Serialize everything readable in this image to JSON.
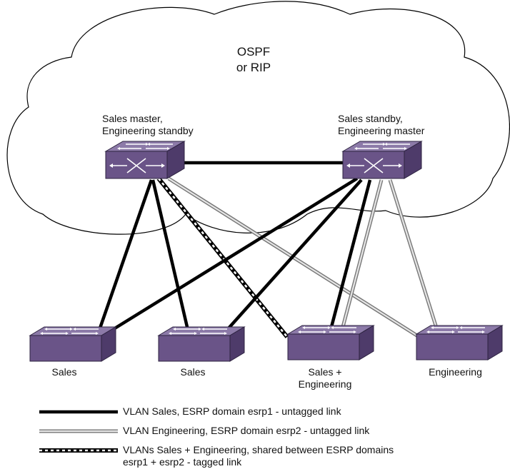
{
  "cloud": {
    "line1": "OSPF",
    "line2": "or RIP"
  },
  "core_switches": [
    {
      "id": "left",
      "line1": "Sales master,",
      "line2": "Engineering standby",
      "icon": "layer3-switch-icon"
    },
    {
      "id": "right",
      "line1": "Sales standby,",
      "line2": "Engineering master",
      "icon": "layer3-switch-icon"
    }
  ],
  "edge_switches": [
    {
      "label_line1": "Sales",
      "label_line2": "",
      "icon": "switch-icon"
    },
    {
      "label_line1": "Sales",
      "label_line2": "",
      "icon": "switch-icon"
    },
    {
      "label_line1": "Sales +",
      "label_line2": "Engineering",
      "icon": "switch-icon"
    },
    {
      "label_line1": "Engineering",
      "label_line2": "",
      "icon": "switch-icon"
    }
  ],
  "legend": [
    {
      "style": "solid",
      "text": "VLAN Sales, ESRP domain esrp1 - untagged link"
    },
    {
      "style": "double",
      "text": "VLAN Engineering, ESRP domain esrp2 - untagged link"
    },
    {
      "style": "dashed",
      "text_line1": "VLANs Sales + Engineering, shared between ESRP domains",
      "text_line2": "esrp1 + esrp2 - tagged link"
    }
  ],
  "colors": {
    "switch_top": "#8c7aa8",
    "switch_front": "#6a5488",
    "switch_side": "#4e3b6a",
    "link": "#000000",
    "double_link_fill": "#d2d2d2"
  }
}
